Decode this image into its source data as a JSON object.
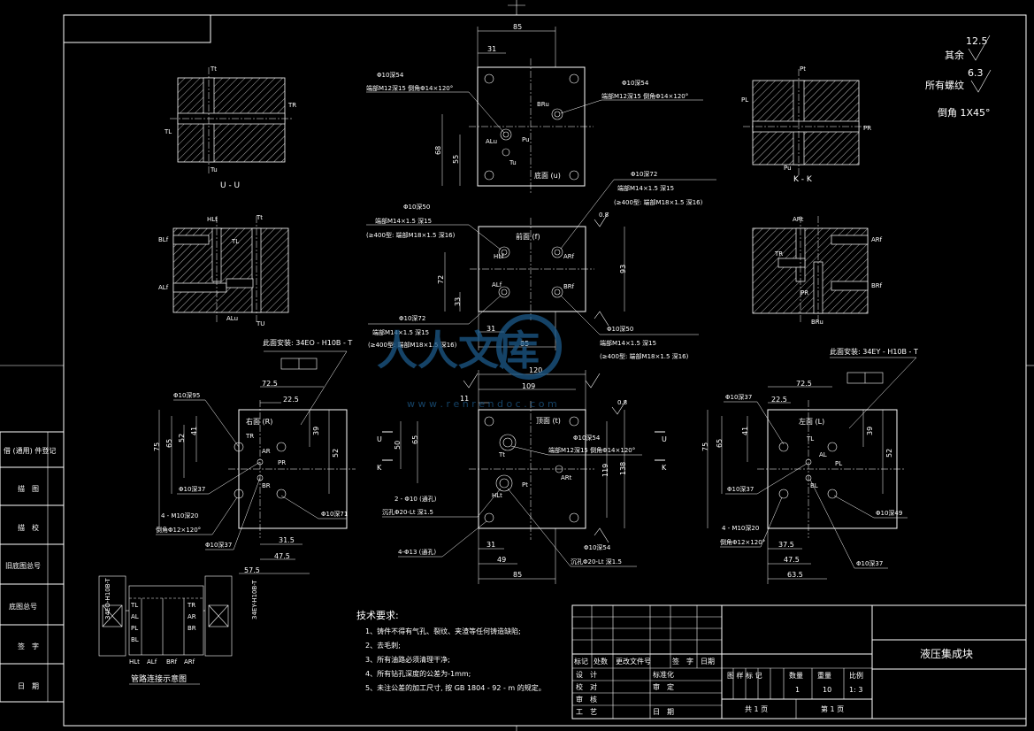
{
  "roughness": {
    "value_other": "12.5",
    "label_other": "其余",
    "value_threads": "6.3",
    "label_threads": "所有螺纹",
    "chamfer_note": "倒角 1X45°"
  },
  "sections": {
    "uu": {
      "label": "U - U",
      "ports": [
        "Tt",
        "TR",
        "TL",
        "Tu"
      ]
    },
    "kk": {
      "label": "K - K",
      "ports": [
        "Pt",
        "PL",
        "PR",
        "Pu"
      ]
    },
    "hl": {
      "ports": [
        "HLt",
        "Tt",
        "BLf",
        "ALf",
        "TL",
        "ALu",
        "TU"
      ]
    },
    "ar": {
      "ports": [
        "ARt",
        "ARf",
        "BRf",
        "TR",
        "PR",
        "BRu"
      ]
    }
  },
  "bottom_view": {
    "dim_top": "85",
    "dim_31": "31",
    "dim_68": "68",
    "dim_55": "55",
    "note_hole1": "Φ10深54",
    "note_thread1": "端部M12深15 倒角Φ14×120°",
    "note_hole2": "Φ10深54",
    "note_thread2": "端部M12深15 倒角Φ14×120°",
    "ports": [
      "BRu",
      "ALu",
      "Pu",
      "Tu"
    ],
    "face": "底面 (u)"
  },
  "front_view": {
    "face": "前面 (f)",
    "note_a_hole": "Φ10深50",
    "note_a_thread": "端部M14×1.5 深15",
    "note_a_alt": "(≥400型: 端部M18×1.5 深16)",
    "note_b_hole": "Φ10深72",
    "note_b_thread": "端部M14×1.5 深15",
    "note_b_alt": "(≥400型: 端部M18×1.5 深16)",
    "note_c_hole": "Φ10深72",
    "note_c_thread": "端部M14×1.5 深15",
    "note_c_alt": "(≥400型: 端部M18×1.5 深16)",
    "note_d_hole": "Φ10深50",
    "note_d_thread": "端部M14×1.5 深15",
    "note_d_alt": "(≥400型: 端部M18×1.5 深16)",
    "ports": [
      "HLf",
      "ARf",
      "ALf",
      "BRf"
    ],
    "dims": {
      "d31": "31",
      "d85": "85",
      "d72": "72",
      "d93": "93",
      "d33": "33",
      "r": "0.8"
    }
  },
  "right_view": {
    "install": "此面安装: 34EO - H10B - T",
    "face": "右面 (R)",
    "dims": {
      "d725": "72.5",
      "d225": "22.5",
      "d75": "75",
      "d65": "65",
      "d52": "52",
      "d41": "41",
      "d39": "39",
      "d52b": "52",
      "d315": "31.5",
      "d475": "47.5",
      "d575": "57.5"
    },
    "notes": [
      "Φ10深95",
      "Φ10深37",
      "4 - M10深20",
      "倒角Φ12×120°",
      "Φ10深37",
      "Φ10深71"
    ],
    "ports": [
      "TR",
      "AR",
      "PR",
      "BR"
    ]
  },
  "top_view": {
    "face": "顶面 (t)",
    "dims": {
      "d120": "120",
      "d109": "109",
      "d11": "11",
      "d50": "50",
      "d65": "65",
      "d119": "119",
      "d138": "138",
      "d31": "31",
      "d49": "49",
      "d85": "85",
      "r": "0.8"
    },
    "notes": [
      "Φ10深54",
      "端部M12深15 倒角Φ14×120°",
      "2 - Φ10 (通孔)",
      "沉孔Φ20-Lt 深1.5",
      "4-Φ13 (通孔)",
      "Φ10深54",
      "沉孔Φ20-Lt 深1.5"
    ],
    "ports": [
      "Tt",
      "HLt",
      "Pt",
      "ARt"
    ],
    "section_marks": [
      "U",
      "K",
      "U",
      "K"
    ]
  },
  "left_view": {
    "install": "此面安装: 34EY - H10B - T",
    "face": "左面 (L)",
    "dims": {
      "d725": "72.5",
      "d225": "22.5",
      "d75": "75",
      "d65": "65",
      "d41": "41",
      "d39": "39",
      "d52": "52",
      "d375": "37.5",
      "d475": "47.5",
      "d635": "63.5"
    },
    "notes": [
      "Φ10深37",
      "Φ10深37",
      "4 - M10深20",
      "倒角Φ12×120°",
      "Φ10深49",
      "Φ10深37"
    ],
    "ports": [
      "TL",
      "AL",
      "PL",
      "BL"
    ]
  },
  "schematic": {
    "title": "管路连接示意图",
    "left_valve": "34EO-H10B-T",
    "right_valve": "34EY-H10B-T",
    "ports": [
      "TL",
      "AL",
      "PL",
      "TR",
      "BL",
      "BR",
      "AR",
      "HLt",
      "ALf",
      "BRf",
      "ARf"
    ]
  },
  "tech_req": {
    "title": "技术要求:",
    "items": [
      "1、铸件不得有气孔、裂纹、夹渣等任何铸造缺陷;",
      "2、去毛刺;",
      "3、所有油路必须清理干净;",
      "4、所有钻孔深度的公差为-1mm;",
      "5、未注公差的加工尺寸, 按 GB 1804 - 92 - m 的规定。"
    ]
  },
  "left_strip": [
    "借 (通用) 件登记",
    "描　图",
    "描　校",
    "旧底图总号",
    "底图总号",
    "签　字",
    "日　期"
  ],
  "title_block": {
    "part_name": "液压集成块",
    "row_labels": [
      "标记",
      "处数",
      "更改文件号",
      "签　字",
      "日期"
    ],
    "col_labels": [
      "设　计",
      "校　对",
      "审　核",
      "工　艺"
    ],
    "standardize": "标准化",
    "approve": "审　定",
    "date": "日　期",
    "stage": "图 样 标 记",
    "qty_label": "数量",
    "weight_label": "重量",
    "scale_label": "比例",
    "qty": "1",
    "weight": "10",
    "scale": "1: 3",
    "sheets_total": "共 1 页",
    "sheet_no": "第 1 页"
  },
  "watermark": {
    "text": "人人文库",
    "url": "w w w . r e n r e n d o c . c o m"
  },
  "colors": {
    "background": "#000000",
    "lines": "#ffffff",
    "watermark": "#1c5a8a"
  }
}
